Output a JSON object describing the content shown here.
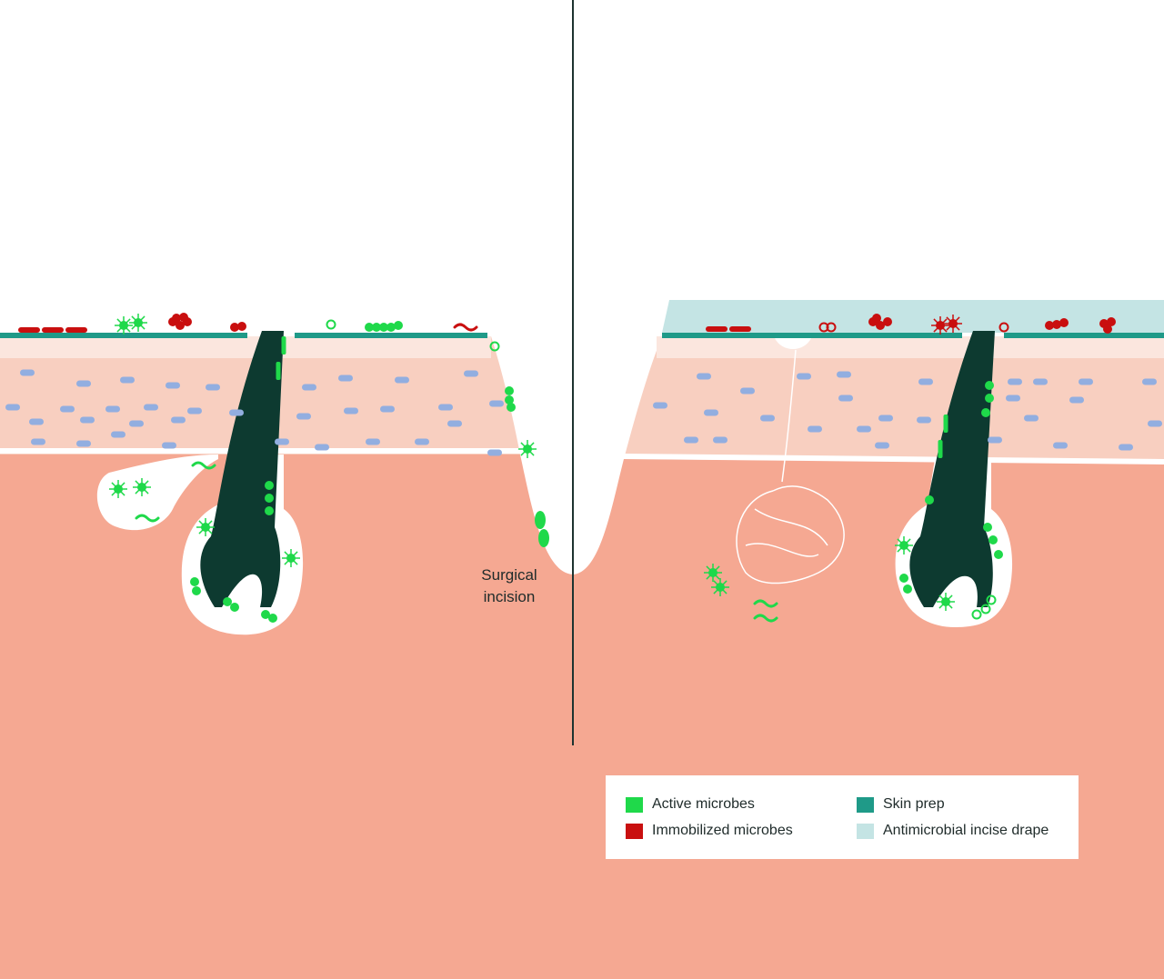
{
  "colors": {
    "dermis": "#f5a892",
    "epidermis": "#f8cfc0",
    "hair": "#0d3a30",
    "skin_prep": "#1f9a88",
    "drape": "#c4e4e4",
    "active": "#1fd94a",
    "immobilized": "#c90f0f",
    "cells": "#92aee0",
    "divider": "#1d3330"
  },
  "labels": {
    "surgical_incision": "Surgical incision"
  },
  "legend": {
    "items": [
      {
        "label": "Active microbes",
        "color": "#1fd94a"
      },
      {
        "label": "Immobilized microbes",
        "color": "#c90f0f"
      },
      {
        "label": "Skin prep",
        "color": "#1f9a88"
      },
      {
        "label": "Antimicrobial incise drape",
        "color": "#c4e4e4"
      }
    ]
  }
}
